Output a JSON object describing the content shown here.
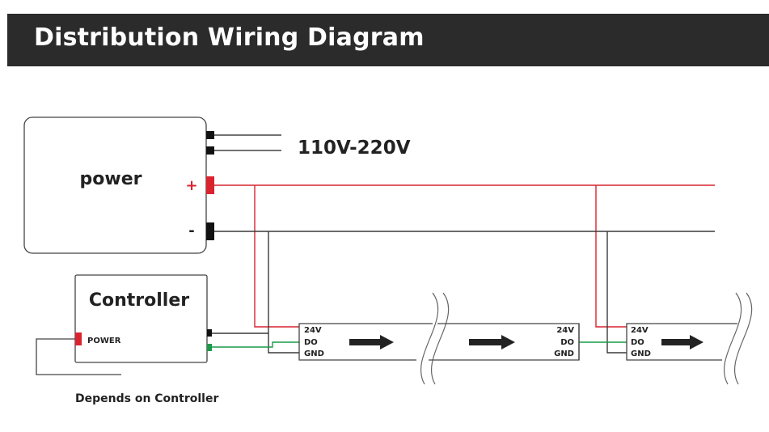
{
  "header": {
    "title": "Distribution Wiring Diagram"
  },
  "power_supply": {
    "label": "power",
    "plus": "+",
    "minus": "-"
  },
  "mains_label": "110V-220V",
  "controller": {
    "label": "Controller",
    "power_label": "POWER"
  },
  "strip_pins": {
    "v": "24V",
    "do": "DO",
    "gnd": "GND"
  },
  "footnote": "Depends on Controller",
  "colors": {
    "header_bg": "#2b2b2b",
    "positive_wire": "#d9232e",
    "negative_wire": "#3a3a3a",
    "data_wire": "#1a9a4a",
    "text": "#222222"
  }
}
